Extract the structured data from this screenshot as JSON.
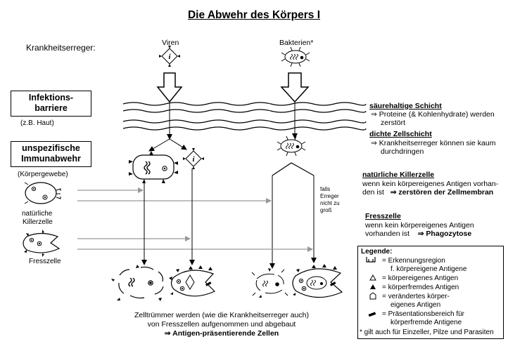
{
  "title": "Die Abwehr des Körpers I",
  "krankheitserreger": "Krankheitserreger:",
  "viren": "Viren",
  "bakterien": "Bakterien*",
  "infektion_box": [
    "Infektions-",
    "barriere"
  ],
  "infektion_sub": "(z.B. Haut)",
  "immun_box": [
    "unspezifische",
    "Immunabwehr"
  ],
  "immun_sub": "(Körpergewebe)",
  "killer_label": [
    "natürliche",
    "Killerzelle"
  ],
  "fress_label": "Fresszelle",
  "falls": [
    "falls",
    "Erreger",
    "nicht zu",
    "groß"
  ],
  "saeure": {
    "title": "säurehaltige Schicht",
    "lines": [
      "⇒ Proteine (& Kohlenhydrate) werden",
      "zerstört"
    ]
  },
  "dichte": {
    "title": "dichte Zellschicht",
    "lines": [
      "⇒ Krankheitserreger können sie kaum",
      "durchdringen"
    ]
  },
  "killer_info": {
    "title": "natürliche Killerzelle",
    "line1": "wenn kein körpereigenes Antigen vorhan-",
    "line2_pre": "den ist",
    "line2_bold": "⇒ zerstören der Zellmembran"
  },
  "fress_info": {
    "title": "Fresszelle",
    "line1": "wenn kein körpereigenes Antigen",
    "line2_pre": "vorhanden ist",
    "line2_bold": "⇒ Phagozytose"
  },
  "legende": {
    "title": "Legende:",
    "items": [
      [
        "= Erkennungsregion",
        "f. körpereigene Antigene"
      ],
      [
        "= körpereigenes Antigen"
      ],
      [
        "= körperfremdes Antigen"
      ],
      [
        "= verändertes körper-",
        "eigenes Antigen"
      ],
      [
        "= Präsentationsbereich für",
        "körperfremde Antigene"
      ]
    ],
    "footnote": "* gilt auch für Einzeller, Pilze und Parasiten"
  },
  "bottom": {
    "line1": "Zelltrümmer werden (wie die Krankheitserreger auch)",
    "line2": "von Fresszellen aufgenommen und abgebaut",
    "line3": "⇒ Antigen-präsentierende Zellen"
  },
  "virus_letter": "i"
}
